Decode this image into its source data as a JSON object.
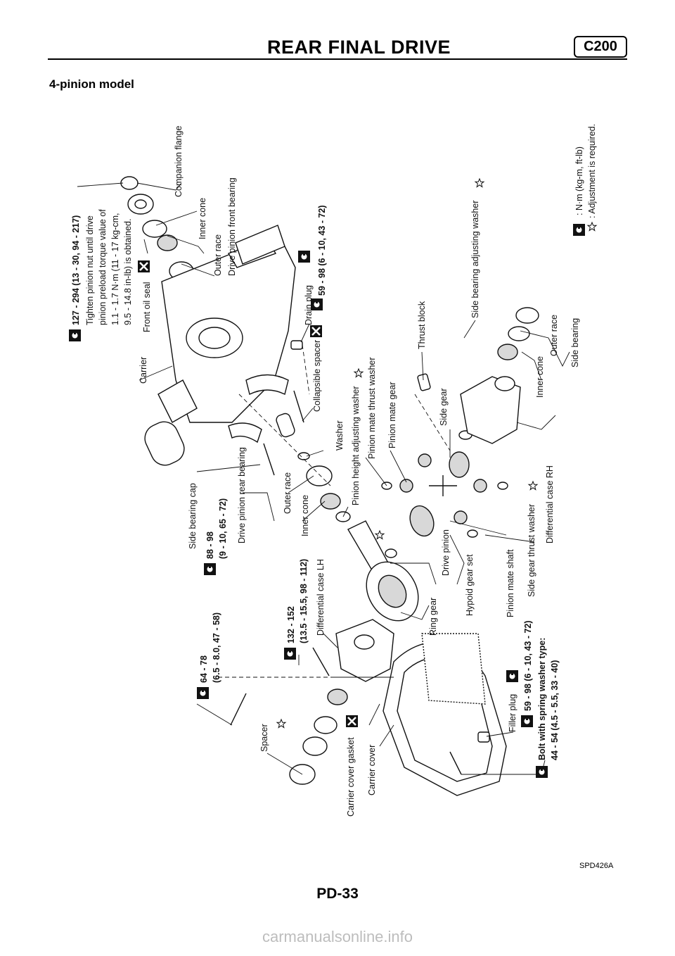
{
  "header": {
    "title": "REAR FINAL DRIVE",
    "code": "C200"
  },
  "subtitle": "4-pinion model",
  "labels": {
    "companion_flange": "Companion flange",
    "inner_cone": "Inner cone",
    "outer_race": "Outer race",
    "drive_pinion_front_bearing": "Drive pinion front bearing",
    "front_oil_seal": "Front oil seal",
    "carrier": "Carrier",
    "drain_plug": "Drain plug",
    "collapsible_spacer": "Collapsible spacer",
    "washer": "Washer",
    "pinion_height_adjusting_washer": "Pinion height adjusting washer",
    "pinion_mate_thrust_washer": "Pinion mate thrust washer",
    "pinion_mate_gear": "Pinion mate gear",
    "thrust_block": "Thrust block",
    "side_gear": "Side gear",
    "side_bearing_adjusting_washer": "Side bearing adjusting washer",
    "outer_race_2": "Outer race",
    "inner_cone_2": "Inner cone",
    "side_bearing": "Side bearing",
    "differential_case_rh": "Differential case RH",
    "side_gear_thrust_washer": "Side gear thrust washer",
    "pinion_mate_shaft": "Pinion mate shaft",
    "hypoid_gear_set": "Hypoid gear set",
    "drive_pinion": "Drive pinion",
    "ring_gear": "Ring gear",
    "side_bearing_cap": "Side bearing cap",
    "drive_pinion_rear_bearing": "Drive pinion rear bearing",
    "outer_race_3": "Outer race",
    "inner_cone_3": "Inner cone",
    "differential_case_lh": "Differential case LH",
    "spacer": "Spacer",
    "carrier_cover_gasket": "Carrier cover gasket",
    "carrier_cover": "Carrier cover",
    "filler_plug": "Filler plug"
  },
  "torques": {
    "pinion_nut": "127 - 294 (13 - 30, 94 - 217)",
    "pinion_nut_note": [
      "Tighten pinion nut until drive",
      "pinion preload torque value of",
      "1.1 - 1.7 N·m (11 - 17 kg-cm,",
      "9.5 - 14.8 in-lb) is obtained."
    ],
    "drain_plug": "59 - 98 (6 - 10, 43 - 72)",
    "bearing_cap_bolt": [
      "88 - 98",
      "(9 - 10, 65 - 72)"
    ],
    "ring_gear_bolt": [
      "132 - 152",
      "(13.5 - 15.5, 98 - 112)"
    ],
    "cover_bolt": [
      "64 - 78",
      "(6.5 - 8.0, 47 - 58)"
    ],
    "filler_plug": "59 - 98 (6 - 10, 43 - 72)",
    "spring_washer_bolt": [
      "Bolt with spring washer type:",
      "44 - 54 (4.5 - 5.5, 33 - 40)"
    ]
  },
  "legend": {
    "torque": ": N·m (kg-m, ft-lb)",
    "adjust": ": Adjustment is required."
  },
  "figure_id": "SPD426A",
  "page_number": "PD-33",
  "watermark": "carmanualsonline.info"
}
